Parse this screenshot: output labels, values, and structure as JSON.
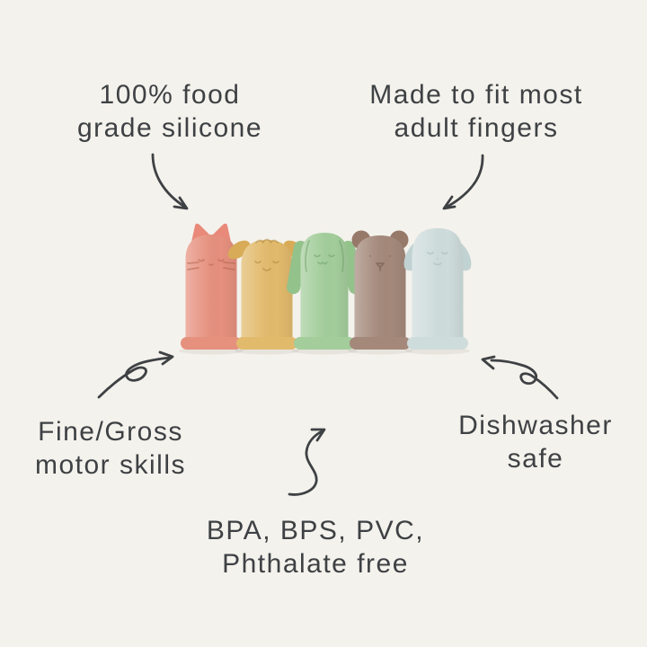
{
  "page": {
    "background": "#f4f2ec",
    "ink": "#3e4144"
  },
  "labels": {
    "top_left": {
      "line1": "100% food",
      "line2": "grade silicone"
    },
    "top_right": {
      "line1": "Made to fit most",
      "line2": "adult fingers"
    },
    "bottom_left": {
      "line1": "Fine/Gross",
      "line2": "motor skills"
    },
    "bottom_right": {
      "line1": "Dishwasher",
      "line2": "safe"
    },
    "bottom_center": {
      "line1": "BPA, BPS, PVC,",
      "line2": "Phthalate free"
    }
  },
  "product": {
    "description": "Five animal silicone finger puppets standing on round bases",
    "puppets": [
      {
        "animal": "cat",
        "body": "#e6907e",
        "ear": "#e8897a",
        "detail": "#b5654f"
      },
      {
        "animal": "lamb",
        "body": "#e2ba6c",
        "ear": "#d8ab58",
        "detail": "#a9853e"
      },
      {
        "animal": "bunny",
        "body": "#a3cd9b",
        "ear": "#93c28b",
        "detail": "#6c9f68"
      },
      {
        "animal": "bear",
        "body": "#a4897b",
        "ear": "#97796a",
        "detail": "#74594c"
      },
      {
        "animal": "dog",
        "body": "#cfdcdc",
        "ear": "#c1d2d3",
        "detail": "#93adb0"
      }
    ]
  }
}
